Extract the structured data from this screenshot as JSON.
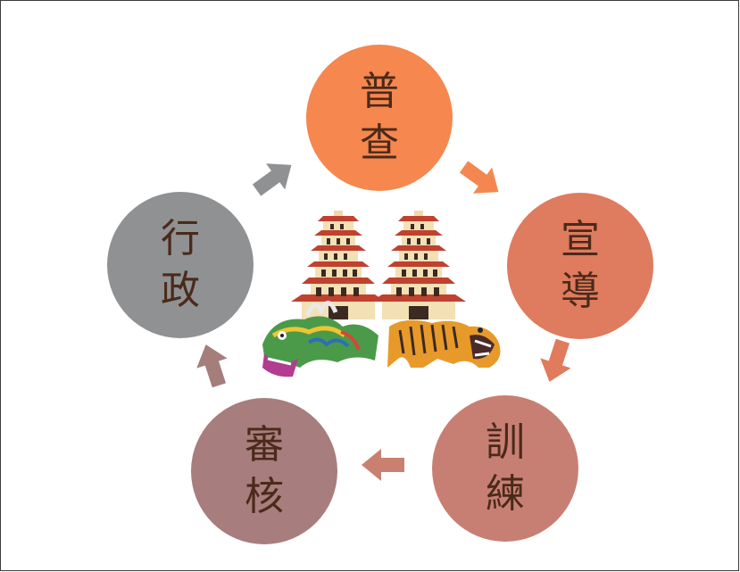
{
  "cycle": {
    "nodes": [
      {
        "id": "survey",
        "line1": "普",
        "line2": "查",
        "color": "#f5874f"
      },
      {
        "id": "promotion",
        "line1": "宣",
        "line2": "導",
        "color": "#df7b5e"
      },
      {
        "id": "training",
        "line1": "訓",
        "line2": "練",
        "color": "#c87f73"
      },
      {
        "id": "review",
        "line1": "審",
        "line2": "核",
        "color": "#a87d7d"
      },
      {
        "id": "administration",
        "line1": "行",
        "line2": "政",
        "color": "#909193"
      }
    ],
    "arrow_colors": {
      "survey_to_promotion": "#f4874f",
      "promotion_to_training": "#e07b5c",
      "training_to_review": "#c98070",
      "review_to_administration": "#a57d7b",
      "administration_to_survey": "#8f9193"
    },
    "center_image": "dragon-tiger-pagodas-illustration"
  }
}
